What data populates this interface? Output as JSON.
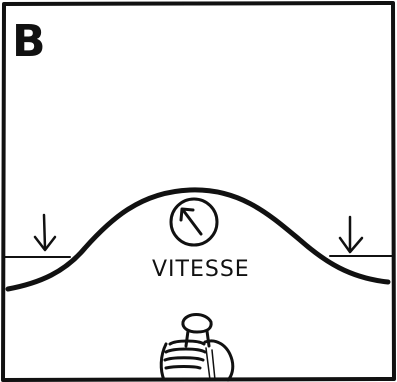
{
  "panel": {
    "letter": "B",
    "caption": "VITESSE"
  },
  "colors": {
    "ink": "#111111",
    "paper": "#ffffff"
  },
  "icons": {
    "gauge": "speed-gauge-icon",
    "arrows": "down-arrow-icon",
    "hand": "hand-holding-bottle"
  }
}
